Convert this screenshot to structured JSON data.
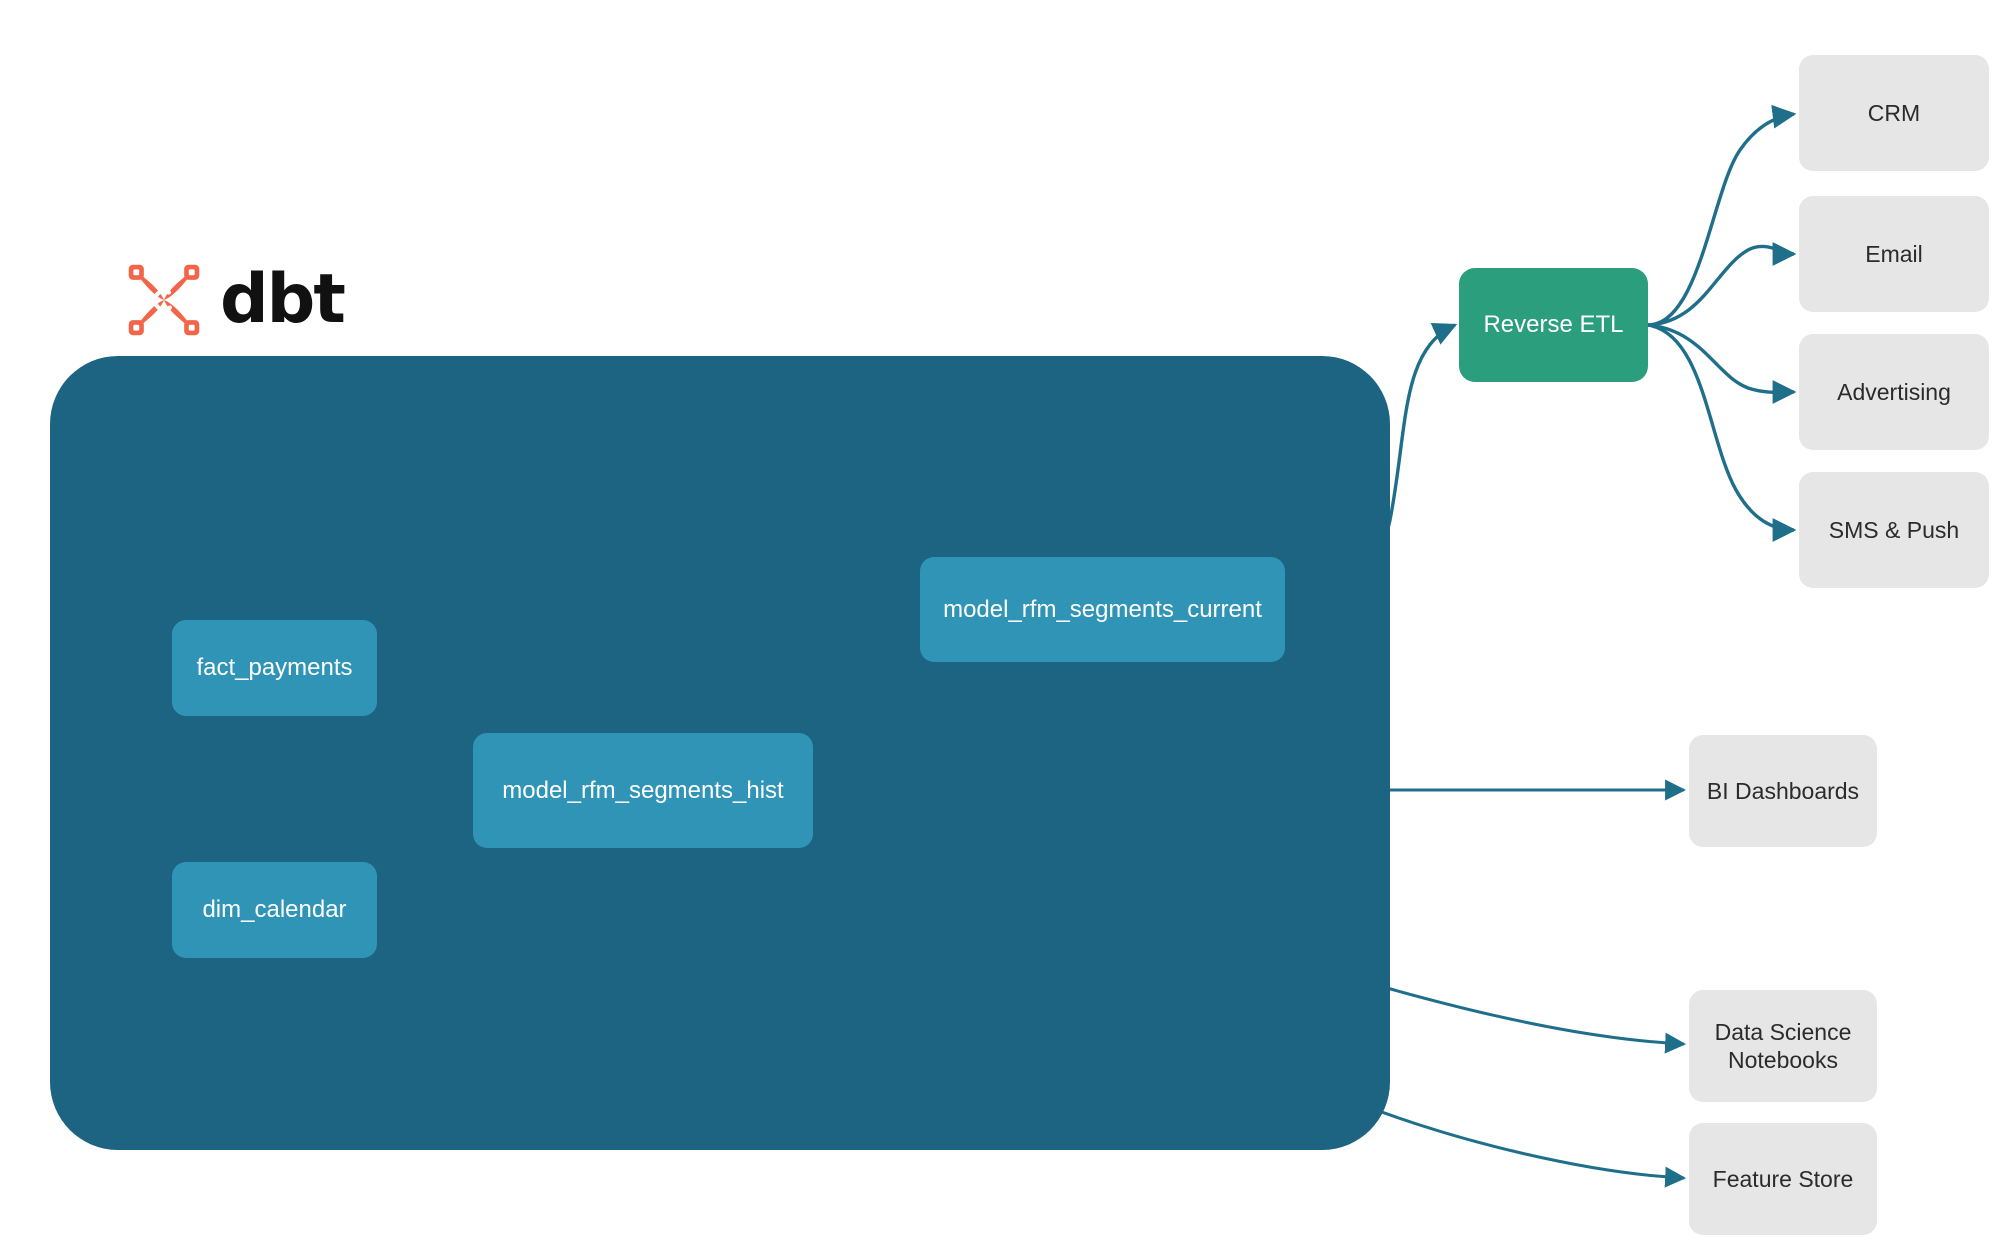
{
  "diagram": {
    "title": "dbt RFM segmentation lineage",
    "background_color": "#ffffff",
    "brand": {
      "logo_icon": "dbt-logo-icon",
      "wordmark": "dbt",
      "logo_color": "#f3654a",
      "wordmark_color": "#111111"
    },
    "container": {
      "name": "dbt-project-container",
      "color": "#1d6483"
    },
    "colors": {
      "model_node": "#2f94b5",
      "reverse_etl_node": "#2b9e7e",
      "destination_node": "#e6e6e6",
      "edge_external": "#1f6f8b",
      "edge_internal": "#2d87a8",
      "node_text": "#ffffff",
      "destination_text": "#2b2b2b"
    },
    "models": [
      {
        "id": "fact_payments",
        "label": "fact_payments"
      },
      {
        "id": "dim_calendar",
        "label": "dim_calendar"
      },
      {
        "id": "model_rfm_segments_hist",
        "label": "model_rfm_segments_hist"
      },
      {
        "id": "model_rfm_segments_current",
        "label": "model_rfm_segments_current"
      }
    ],
    "reverse_etl": {
      "id": "reverse_etl",
      "label": "Reverse ETL"
    },
    "destinations": [
      {
        "id": "crm",
        "label": "CRM"
      },
      {
        "id": "email",
        "label": "Email"
      },
      {
        "id": "advertising",
        "label": "Advertising"
      },
      {
        "id": "sms_push",
        "label": "SMS & Push"
      },
      {
        "id": "bi_dashboards",
        "label": "BI Dashboards"
      },
      {
        "id": "data_science_notebooks",
        "label": "Data Science\nNotebooks"
      },
      {
        "id": "feature_store",
        "label": "Feature Store"
      }
    ],
    "edges": [
      {
        "from": "fact_payments",
        "to": "model_rfm_segments_hist"
      },
      {
        "from": "dim_calendar",
        "to": "model_rfm_segments_hist"
      },
      {
        "from": "model_rfm_segments_hist",
        "to": "model_rfm_segments_current"
      },
      {
        "from": "model_rfm_segments_current",
        "to": "reverse_etl"
      },
      {
        "from": "reverse_etl",
        "to": "crm"
      },
      {
        "from": "reverse_etl",
        "to": "email"
      },
      {
        "from": "reverse_etl",
        "to": "advertising"
      },
      {
        "from": "reverse_etl",
        "to": "sms_push"
      },
      {
        "from": "model_rfm_segments_hist",
        "to": "bi_dashboards"
      },
      {
        "from": "model_rfm_segments_hist",
        "to": "data_science_notebooks"
      },
      {
        "from": "model_rfm_segments_hist",
        "to": "feature_store"
      }
    ]
  }
}
